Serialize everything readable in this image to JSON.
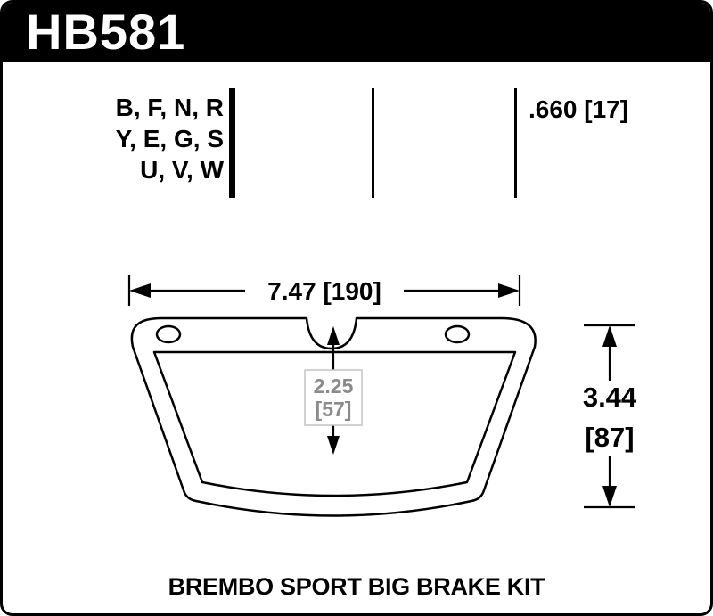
{
  "header": {
    "part_number": "HB581"
  },
  "compounds": {
    "row1": "B, F, N, R",
    "row2": "Y, E, G, S",
    "row3": "U, V, W"
  },
  "pad_thickness": ".660 [17]",
  "dims": {
    "width": "7.47 [190]",
    "height_in": "3.44",
    "height_mm": "[87]",
    "center_in": "2.25",
    "center_mm": "[57]"
  },
  "caption": "BREMBO SPORT BIG BRAKE KIT",
  "colors": {
    "ink": "#000000",
    "header_bg": "#000000",
    "background": "#ffffff",
    "center_dim_gray": "#8a8a8a"
  }
}
